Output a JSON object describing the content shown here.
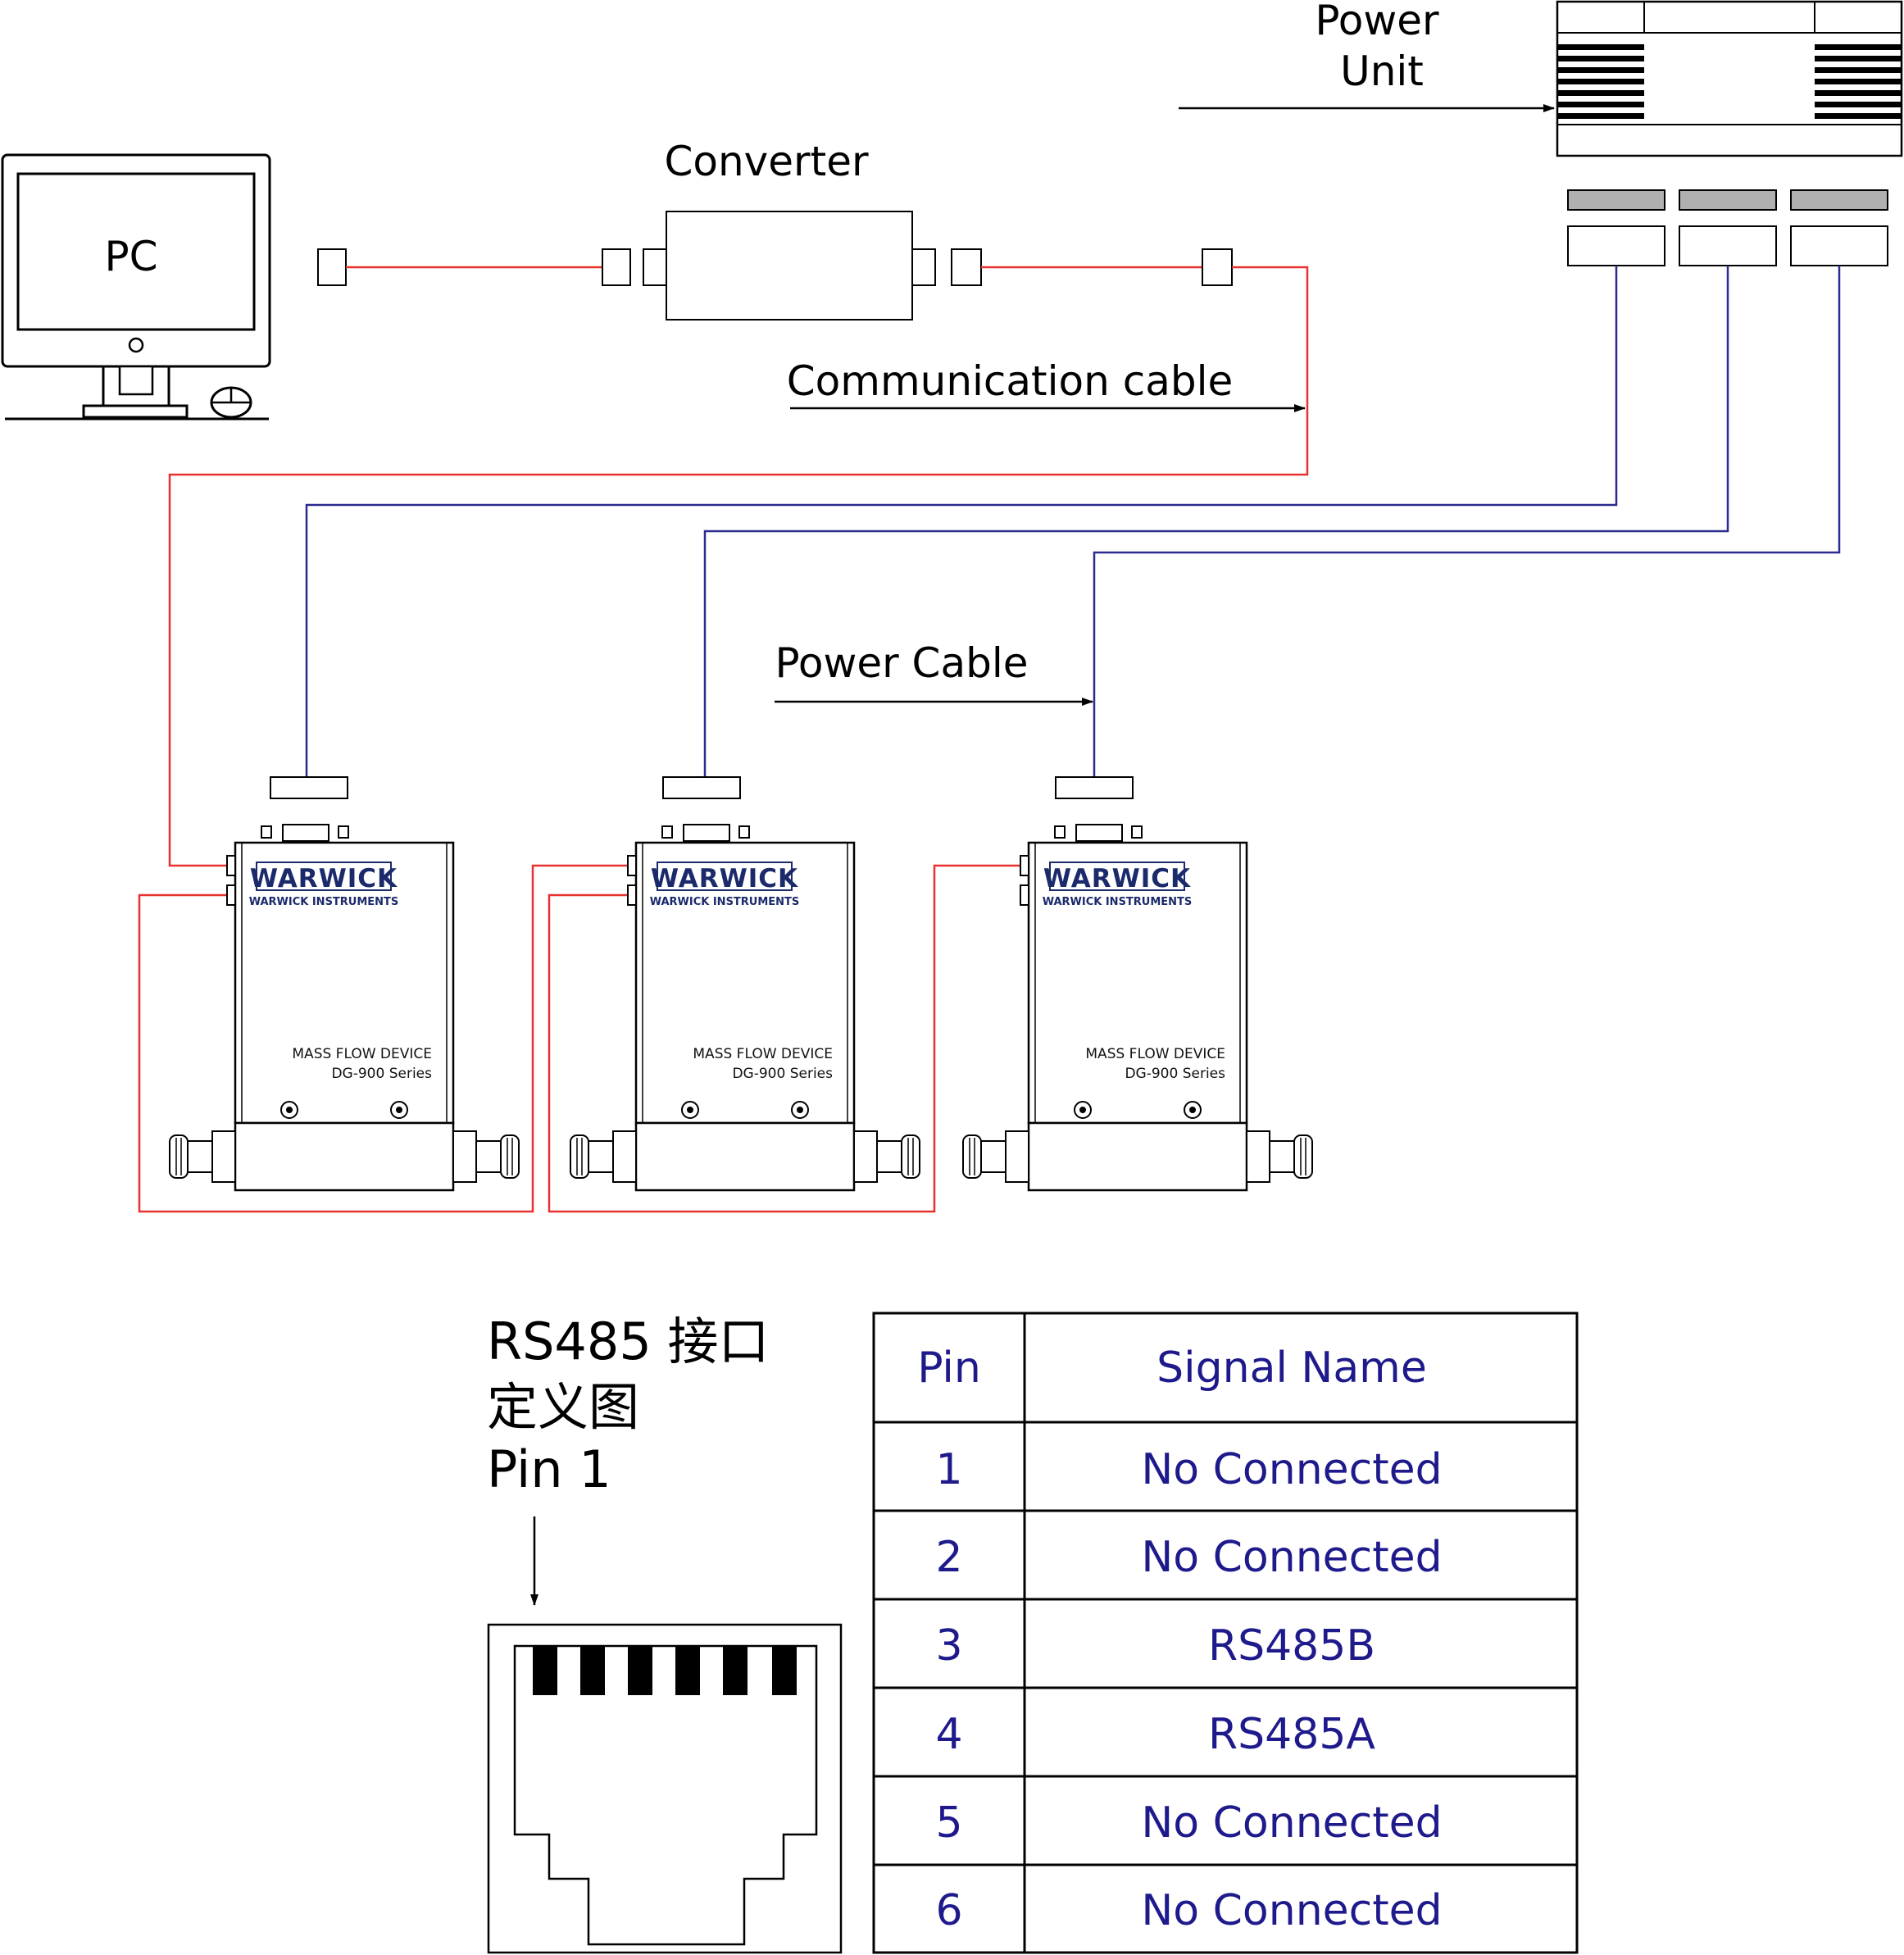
{
  "labels": {
    "power_unit_line1": "Power",
    "power_unit_line2": "Unit",
    "converter": "Converter",
    "pc": "PC",
    "communication_cable": "Communication cable",
    "power_cable": "Power Cable",
    "rs485_title_line1": "RS485 接口",
    "rs485_title_line2": "定义图",
    "rs485_title_line3": "Pin 1"
  },
  "device": {
    "brand": "WARWICK",
    "brand_sub": "WARWICK INSTRUMENTS",
    "name": "MASS FLOW DEVICE",
    "series": "DG-900 Series"
  },
  "pin_table": {
    "headers": [
      "Pin",
      "Signal Name"
    ],
    "rows": [
      {
        "pin": "1",
        "signal": "No Connected"
      },
      {
        "pin": "2",
        "signal": "No Connected"
      },
      {
        "pin": "3",
        "signal": "RS485B"
      },
      {
        "pin": "4",
        "signal": "RS485A"
      },
      {
        "pin": "5",
        "signal": "No Connected"
      },
      {
        "pin": "6",
        "signal": "No Connected"
      }
    ]
  },
  "colors": {
    "communication_wire": "#e8312f",
    "power_wire": "#2b2a8f",
    "table_text": "#1f1a8c",
    "line": "#000000"
  }
}
